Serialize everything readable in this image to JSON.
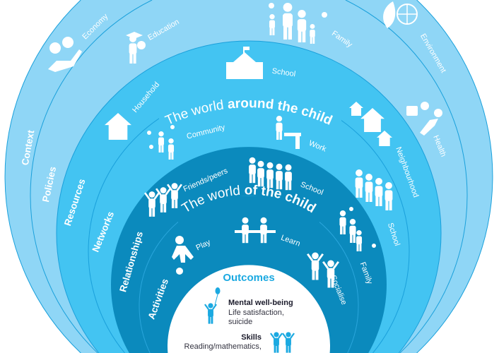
{
  "colors": {
    "outer_ring": "#8fd6f6",
    "middle_ring": "#43c4f2",
    "inner_ring": "#0b8abd",
    "divider": "#1aa0db",
    "center": "#ffffff",
    "accent_text": "#1ba9e1"
  },
  "rings": {
    "context": {
      "title": "Context",
      "items": [
        "Economy",
        "Education",
        "Family",
        "Environment"
      ]
    },
    "policies": {
      "title": "Policies",
      "items": [
        "Health"
      ]
    },
    "resources": {
      "title": "Resources",
      "items": [
        "Household",
        "School",
        "Neighbourhood"
      ]
    },
    "networks": {
      "title": "Networks",
      "items": [
        "Community",
        "Work",
        "School"
      ]
    },
    "world_around": {
      "prefix": "The world ",
      "bold": "around the child"
    },
    "relationships": {
      "title": "Relationships",
      "items": [
        "Friends/peers",
        "School",
        "Family"
      ]
    },
    "world_of": {
      "prefix": "The world ",
      "bold": "of the child"
    },
    "activities": {
      "title": "Activities",
      "items": [
        "Play",
        "Learn",
        "Socialise"
      ]
    }
  },
  "outcomes": {
    "title": "Outcomes",
    "items": [
      {
        "heading": "Mental well-being",
        "lines": [
          "Life satisfaction,",
          "suicide"
        ],
        "icon": "child-with-balloon-icon"
      },
      {
        "heading": "Skills",
        "lines": [
          "Reading/mathematics,"
        ],
        "icon": "two-children-icon"
      }
    ]
  }
}
